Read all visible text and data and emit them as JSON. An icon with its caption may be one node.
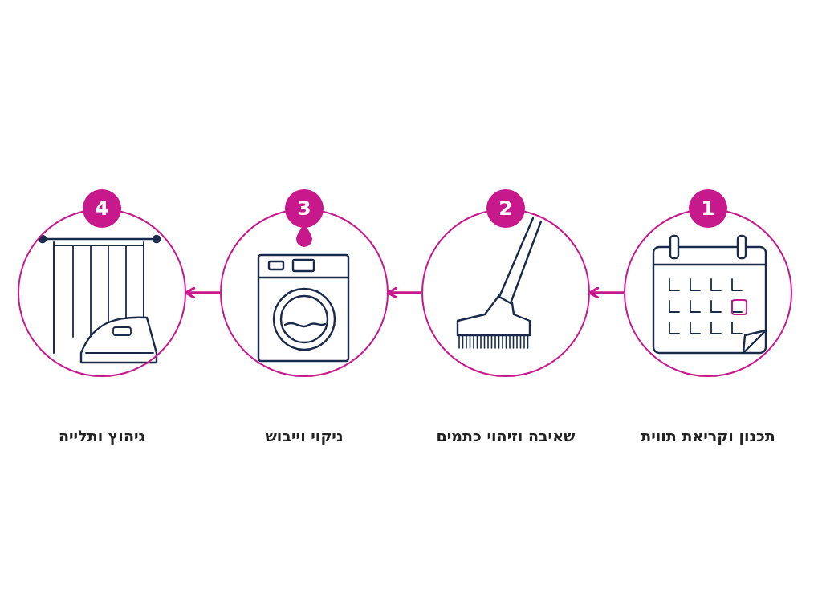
{
  "diagram": {
    "nodes": [
      {
        "text": [
          "1"
        ],
        "beside": [
          "תכנון וקריאת תווית"
        ]
      },
      {
        "text": [
          "2"
        ],
        "beside": [
          "שאיבה וזיהוי כתמים"
        ]
      },
      {
        "text": [
          "3"
        ],
        "beside": [
          "ניקוי וייבוש"
        ]
      },
      {
        "text": [
          "4"
        ],
        "beside": [
          "גיהוץ ותלייה"
        ]
      }
    ],
    "edges": [
      {
        "from": 0,
        "to": 1,
        "arrow": "to"
      },
      {
        "from": 1,
        "to": 2,
        "arrow": "to"
      },
      {
        "from": 2,
        "to": 3,
        "arrow": "to"
      }
    ]
  }
}
